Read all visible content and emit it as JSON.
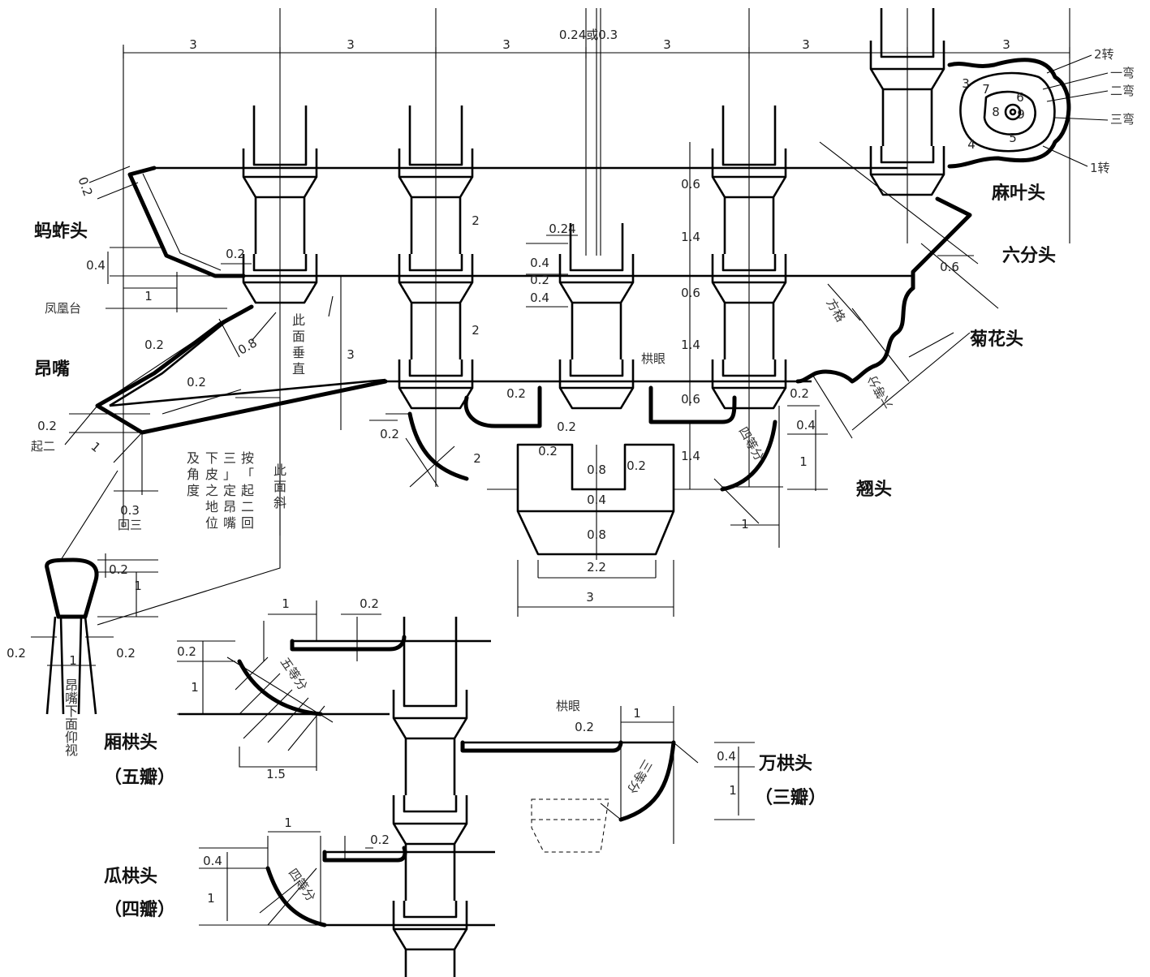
{
  "top_dims": [
    "3",
    "3",
    "3",
    "3",
    "3",
    "3"
  ],
  "center_width": "0.24或0.3",
  "labels": {
    "mazhatou": "蚂蚱头",
    "fenghuangtai": "凤凰台",
    "angzui": "昂嘴",
    "qi_er": "起二",
    "hui_san": "回三",
    "vertical_face": [
      "此",
      "面",
      "垂",
      "直"
    ],
    "oblique_face": [
      "此",
      "面",
      "斜"
    ],
    "note_columns": [
      [
        "按",
        "「",
        "起",
        "二",
        "回"
      ],
      [
        "三",
        "」",
        "定",
        "昂",
        "嘴"
      ],
      [
        "下",
        "皮",
        "之",
        "地",
        "位"
      ],
      [
        "及",
        "角",
        "度"
      ]
    ],
    "angzui_bottom_view": [
      "昂",
      "嘴",
      "下",
      "面",
      "仰",
      "视"
    ],
    "xianggongtou": "厢栱头",
    "xianggongtou_sub": "（五瓣）",
    "guagongtou": "瓜栱头",
    "guagongtou_sub": "（四瓣）",
    "wangongtou": "万栱头",
    "wangongtou_sub": "（三瓣）",
    "qiaotou": "翘头",
    "juhuatou": "菊花头",
    "liufentou": "六分头",
    "mayetou": "麻叶头",
    "zhuan2": "2转",
    "wan1": "一弯",
    "wan2": "二弯",
    "wan3": "三弯",
    "zhuan1": "1转",
    "gongyan_1": "栱眼",
    "gongyan_2": "栱眼",
    "fangge": "方格",
    "six_equal": "六等分",
    "four_equal_1": "四等分",
    "five_equal": "五等分",
    "three_equal": "三等分",
    "four_equal_2": "四等分"
  },
  "spiral_numbers": [
    "3",
    "7",
    "6",
    "8",
    "9",
    "5",
    "4"
  ],
  "dimension_labels": [
    "0.2",
    "0.4",
    "1",
    "0.2",
    "0.8",
    "0.2",
    "0.2",
    "0.2",
    "1",
    "0.3",
    "3",
    "0.2",
    "2",
    "2",
    "2",
    "0.24",
    "0.4",
    "0.2",
    "0.4",
    "0.2",
    "0.2",
    "0.2",
    "0.2",
    "0.8",
    "0.4",
    "0.8",
    "2.2",
    "3",
    "0.6",
    "1.4",
    "0.6",
    "1.4",
    "0.6",
    "1.4",
    "0.2",
    "0.4",
    "1",
    "1",
    "0.6",
    "0.2",
    "1",
    "0.2",
    "1",
    "0.2",
    "1",
    "0.2",
    "0.2",
    "1",
    "1.5",
    "1",
    "0.2",
    "0.4",
    "1",
    "1",
    "0.2",
    "0.4",
    "1"
  ]
}
